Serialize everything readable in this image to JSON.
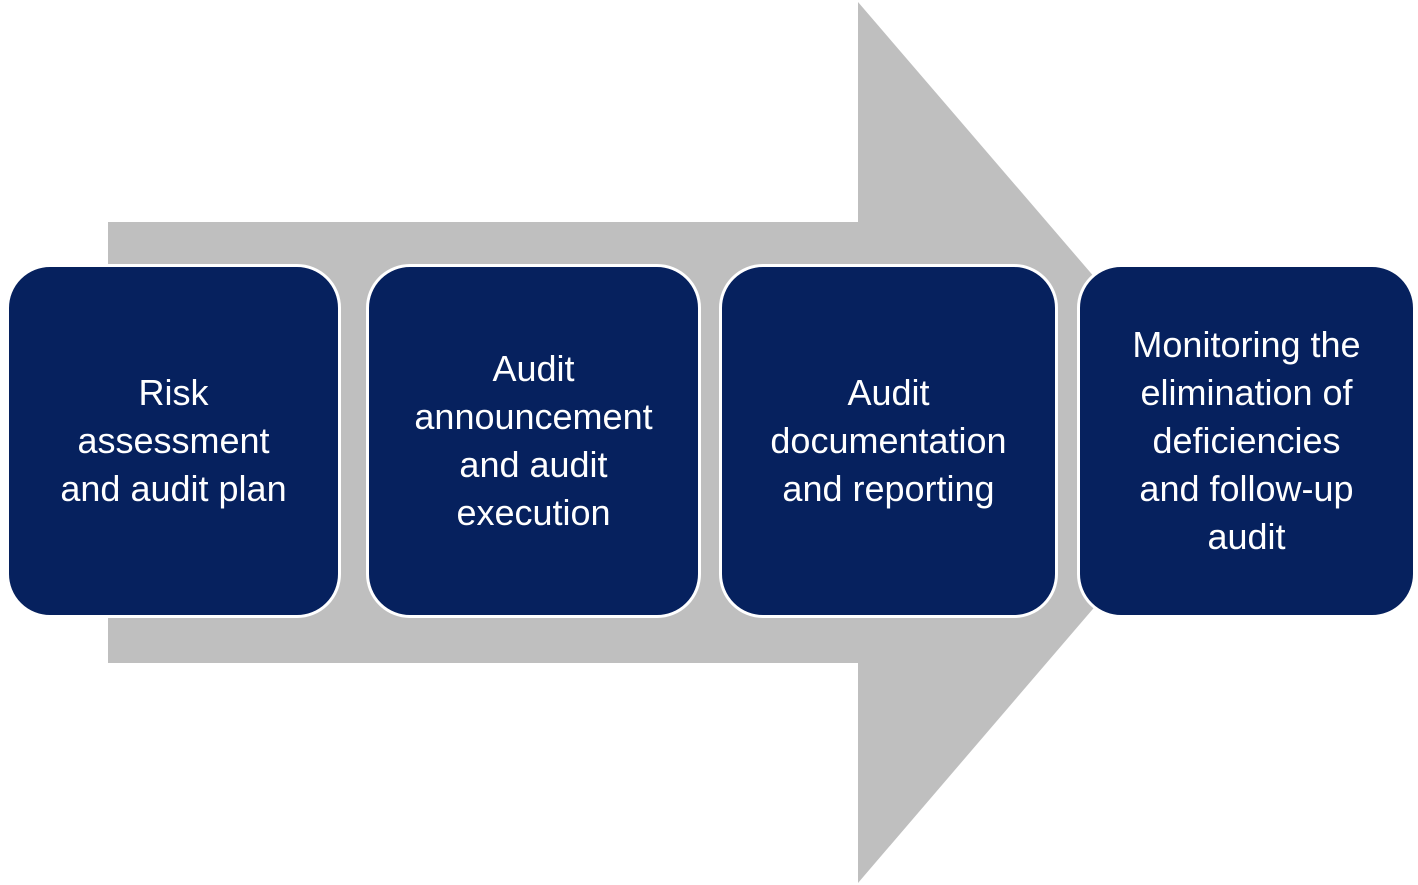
{
  "colors": {
    "arrow": "#BFBFBF",
    "card_background": "#06215E",
    "card_border": "#FFFFFF",
    "card_text": "#FFFFFF",
    "page_background": "#FFFFFF"
  },
  "diagram": {
    "type": "process-flow-arrow",
    "direction": "right",
    "cards": [
      {
        "label": "Risk assessment and audit plan",
        "lines": [
          "Risk",
          "assessment",
          "and audit plan"
        ]
      },
      {
        "label": "Audit announcement and audit execution",
        "lines": [
          "Audit",
          "announcement",
          "and audit",
          "execution"
        ]
      },
      {
        "label": "Audit documentation and reporting",
        "lines": [
          "Audit",
          "documentation",
          "and reporting"
        ]
      },
      {
        "label": "Monitoring the elimination of deficiencies and follow-up audit",
        "lines": [
          "Monitoring the",
          "elimination of",
          "deficiencies",
          "and follow-up",
          "audit"
        ]
      }
    ]
  }
}
